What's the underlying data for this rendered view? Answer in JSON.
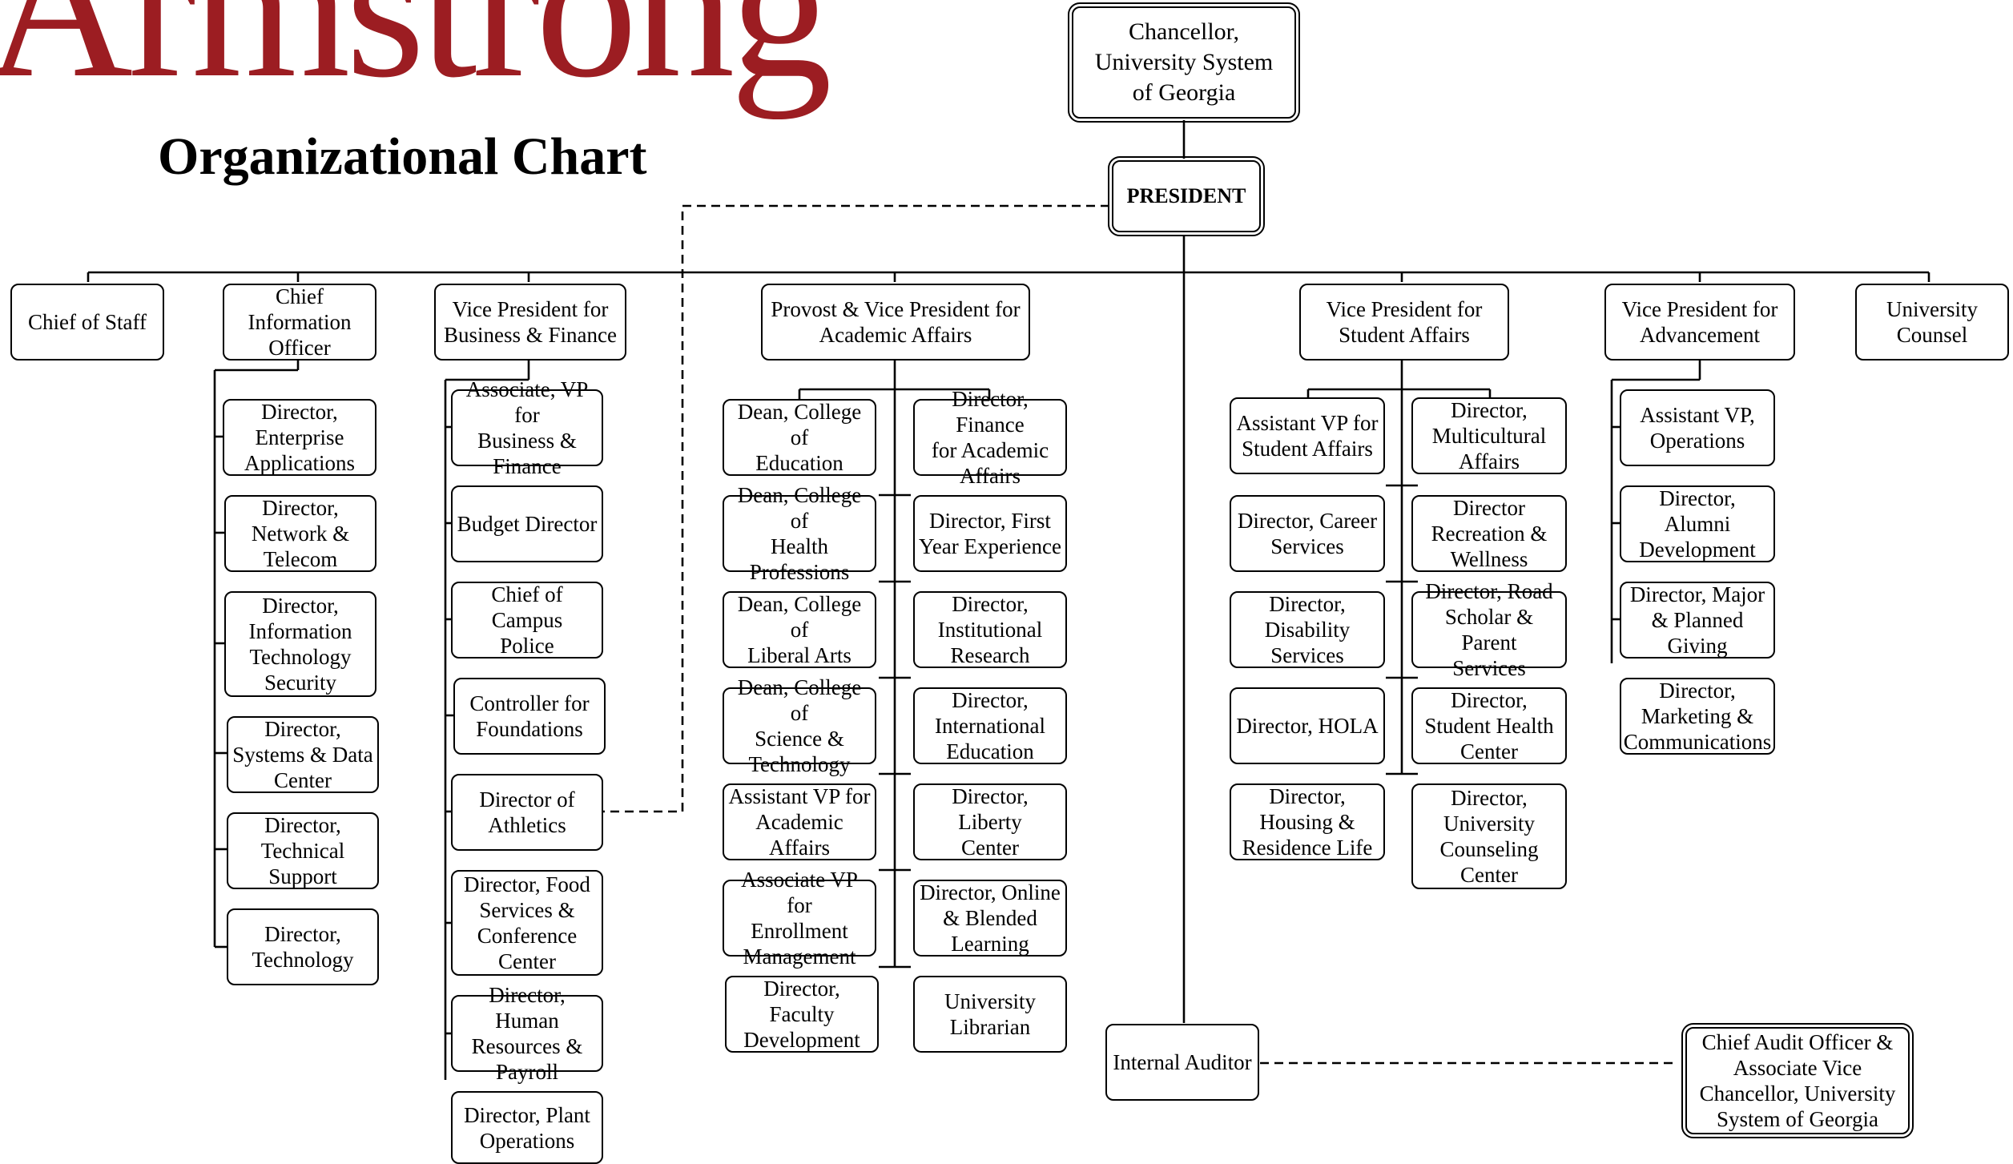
{
  "header": {
    "logo_text": "Armstrong",
    "title": "Organizational Chart"
  },
  "nodes": {
    "chancellor": "Chancellor,\nUniversity System\nof Georgia",
    "president": "PRESIDENT",
    "chief_of_staff": "Chief of Staff",
    "cio": "Chief\nInformation\nOfficer",
    "vp_business": "Vice President for\nBusiness & Finance",
    "provost": "Provost & Vice President for\nAcademic Affairs",
    "vp_student": "Vice President for\nStudent Affairs",
    "vp_advancement": "Vice President for\nAdvancement",
    "counsel": "University\nCounsel",
    "cio_1": "Director,\nEnterprise\nApplications",
    "cio_2": "Director,\nNetwork &\nTelecom",
    "cio_3": "Director,\nInformation\nTechnology\nSecurity",
    "cio_4": "Director,\nSystems & Data\nCenter",
    "cio_5": "Director,\nTechnical\nSupport",
    "cio_6": "Director,\nTechnology",
    "bf_1": "Associate, VP for\nBusiness &\nFinance",
    "bf_2": "Budget Director",
    "bf_3": "Chief of Campus\nPolice",
    "bf_4": "Controller for\nFoundations",
    "bf_5": "Director of\nAthletics",
    "bf_6": "Director, Food\nServices &\nConference\nCenter",
    "bf_7": "Director, Human\nResources &\nPayroll",
    "bf_8": "Director, Plant\nOperations",
    "aa_l1": "Dean, College of\nEducation",
    "aa_l2": "Dean, College of\nHealth\nProfessions",
    "aa_l3": "Dean, College of\nLiberal Arts",
    "aa_l4": "Dean, College of\nScience &\nTechnology",
    "aa_l5": "Assistant VP for\nAcademic\nAffairs",
    "aa_l6": "Associate VP for\nEnrollment\nManagement",
    "aa_l7": "Director, Faculty\nDevelopment",
    "aa_r1": "Director, Finance\nfor Academic\nAffairs",
    "aa_r2": "Director, First\nYear Experience",
    "aa_r3": "Director,\nInstitutional\nResearch",
    "aa_r4": "Director,\nInternational\nEducation",
    "aa_r5": "Director, Liberty\nCenter",
    "aa_r6": "Director, Online\n& Blended\nLearning",
    "aa_r7": "University\nLibrarian",
    "sa_l1": "Assistant VP for\nStudent Affairs",
    "sa_l2": "Director, Career\nServices",
    "sa_l3": "Director,\nDisability\nServices",
    "sa_l4": "Director, HOLA",
    "sa_l5": "Director,\nHousing &\nResidence Life",
    "sa_r1": "Director,\nMulticultural\nAffairs",
    "sa_r2": "Director\nRecreation &\nWellness",
    "sa_r3": "Director, Road\nScholar & Parent\nServices",
    "sa_r4": "Director,\nStudent Health\nCenter",
    "sa_r5": "Director,\nUniversity\nCounseling\nCenter",
    "adv_1": "Assistant VP,\nOperations",
    "adv_2": "Director, Alumni\nDevelopment",
    "adv_3": "Director, Major\n& Planned\nGiving",
    "adv_4": "Director,\nMarketing &\nCommunications",
    "auditor": "Internal Auditor",
    "chief_audit": "Chief Audit Officer &\nAssociate Vice\nChancellor, University\nSystem of Georgia"
  }
}
